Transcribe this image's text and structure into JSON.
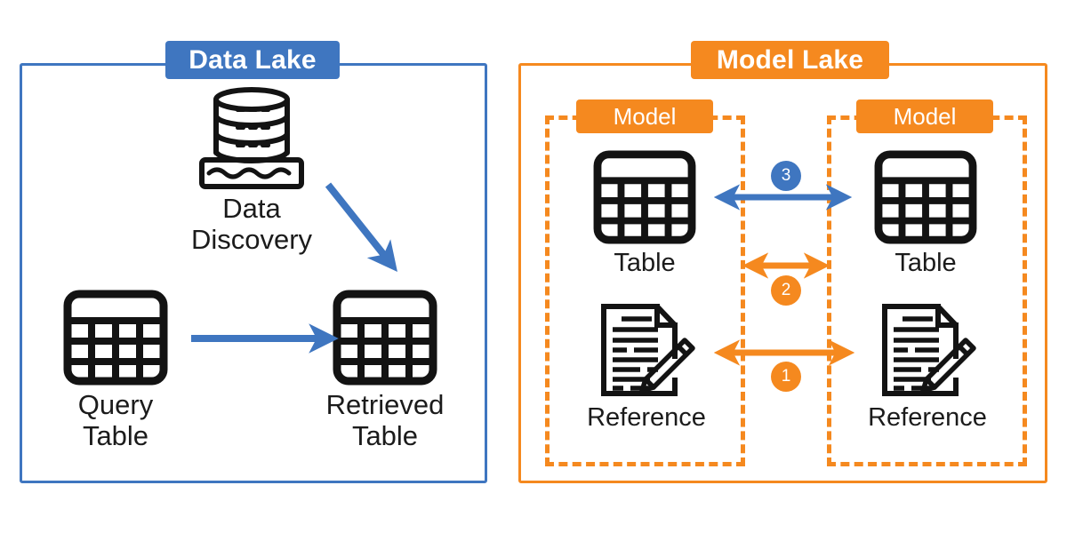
{
  "figure": {
    "title": "Data Lake vs Model Lake comparison diagram",
    "background": "#ffffff",
    "colors": {
      "blue": "#3f76c0",
      "orange": "#f5891f",
      "icon_stroke": "#131313",
      "text": "#1b1b1b",
      "badge_text": "#ffffff"
    }
  },
  "data_lake": {
    "title": "Data Lake",
    "nodes": {
      "data_discovery": {
        "label": "Data\nDiscovery",
        "icon": "data-lake-database-icon"
      },
      "query_table": {
        "label": "Query\nTable",
        "icon": "table-icon"
      },
      "retrieved_table": {
        "label": "Retrieved\nTable",
        "icon": "table-icon"
      }
    },
    "arrows": {
      "discovery_to_retrieved": {
        "name": "discovery-arrow",
        "style": "single-headed diagonal",
        "color": "#3f76c0"
      },
      "query_to_retrieved": {
        "name": "query-arrow",
        "style": "single-headed horizontal",
        "color": "#3f76c0"
      }
    }
  },
  "model_lake": {
    "title": "Model Lake",
    "models": [
      {
        "title": "Model",
        "nodes": {
          "table": {
            "label": "Table",
            "icon": "table-icon"
          },
          "reference": {
            "label": "Reference",
            "icon": "document-pencil-icon"
          }
        }
      },
      {
        "title": "Model",
        "nodes": {
          "table": {
            "label": "Table",
            "icon": "table-icon"
          },
          "reference": {
            "label": "Reference",
            "icon": "document-pencil-icon"
          }
        }
      }
    ],
    "relations": [
      {
        "step": "1",
        "name": "reference-to-reference",
        "style": "double-headed horizontal",
        "color": "#f5891f"
      },
      {
        "step": "2",
        "name": "table-to-table-short",
        "style": "double-headed horizontal",
        "color": "#f5891f"
      },
      {
        "step": "3",
        "name": "table-to-table-long",
        "style": "double-headed horizontal",
        "color": "#3f76c0"
      }
    ]
  }
}
